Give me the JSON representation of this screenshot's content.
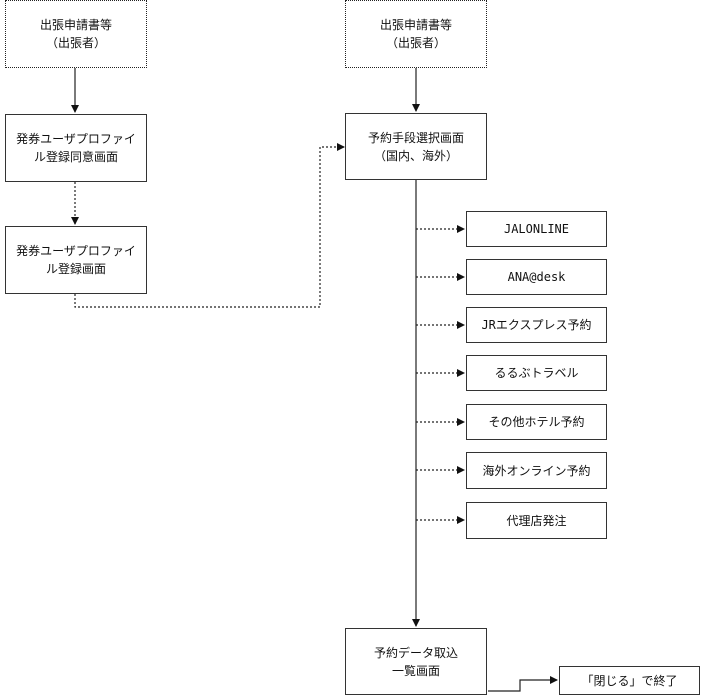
{
  "nodes": {
    "applicant_left": "出張申請書等\n（出張者）",
    "profile_consent": "発券ユーザプロファイ\nル登録同意画面",
    "profile_register": "発券ユーザプロファイ\nル登録画面",
    "applicant_right": "出張申請書等\n（出張者）",
    "booking_select": "予約手段選択画面\n（国内、海外）",
    "jal": "JALONLINE",
    "ana": "ANA@desk",
    "jr": "JRエクスプレス予約",
    "rurubu": "るるぶトラベル",
    "other_hotel": "その他ホテル予約",
    "overseas": "海外オンライン予約",
    "agency": "代理店発注",
    "data_import": "予約データ取込\n一覧画面",
    "close": "「閉じる」で終了"
  }
}
